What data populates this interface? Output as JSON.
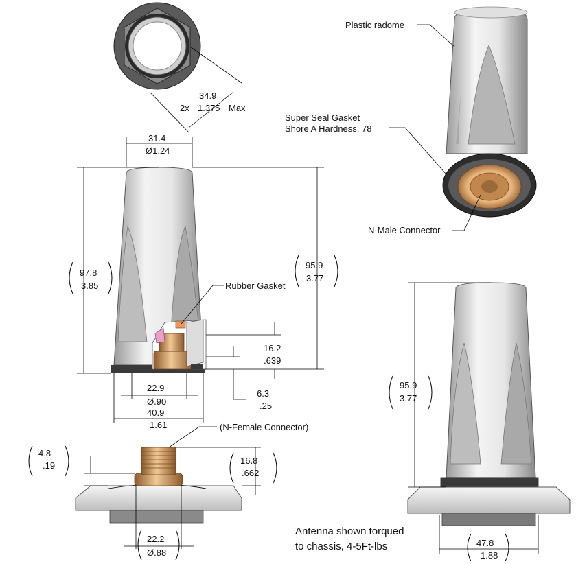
{
  "labels": {
    "plastic_radome": "Plastic radome",
    "super_seal_line1": "Super Seal Gasket",
    "super_seal_line2": "Shore A Hardness, 78",
    "n_male": "N-Male Connector",
    "rubber_gasket": "Rubber Gasket",
    "n_female": "(N-Female Connector)",
    "caption_line1": "Antenna shown torqued",
    "caption_line2": "to chassis, 4-5Ft-lbs"
  },
  "dimensions": {
    "hex": {
      "mm": "34.9",
      "prefix": "2x",
      "inch": "1.375",
      "suffix": "Max"
    },
    "top_dia": {
      "mm": "31.4",
      "inch": "Ø1.24"
    },
    "height_left": {
      "mm": "97.8",
      "inch": "3.85"
    },
    "height_center": {
      "mm": "95.9",
      "inch": "3.77"
    },
    "gasket_upper": {
      "mm": "16.2",
      "inch": ".639"
    },
    "gasket_lower": {
      "mm": "6.3",
      "inch": ".25"
    },
    "base_inner": {
      "mm": "22.9",
      "inch": "Ø.90"
    },
    "base_outer": {
      "mm": "40.9",
      "inch": "1.61"
    },
    "flange_thk": {
      "mm": "4.8",
      "inch": ".19"
    },
    "connector_h": {
      "mm": "16.8",
      "inch": ".662"
    },
    "hole_dia": {
      "mm": "22.2",
      "inch": "Ø.88"
    },
    "height_right": {
      "mm": "95.9",
      "inch": "3.77"
    },
    "flange_w": {
      "mm": "47.8",
      "inch": "1.88"
    }
  },
  "colors": {
    "radome_light": "#f2f2f2",
    "radome_mid": "#c8c8c8",
    "radome_dark": "#8f8f8f",
    "gasket": "#3a3a3a",
    "brass": "#d9a46a",
    "brass_dark": "#9b6a3a"
  }
}
